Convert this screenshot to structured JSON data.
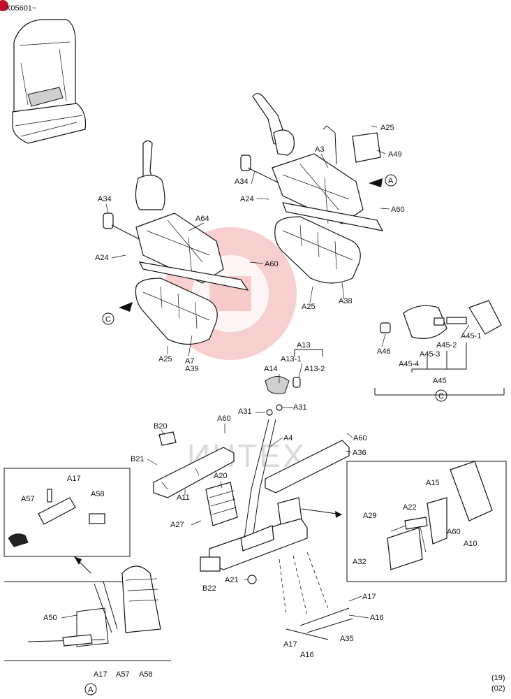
{
  "header": {
    "serial": "X05601~"
  },
  "footer": {
    "page_num": "(19)",
    "page_rev": "(02)"
  },
  "watermark": {
    "text": "ИНТЕХ"
  },
  "views": {
    "a": "A",
    "c": "C"
  },
  "parts": {
    "A3": "A3",
    "A7": "A7",
    "A10": "A10",
    "A11": "A11",
    "A13": "A13",
    "A13_1": "A13-1",
    "A13_2": "A13-2",
    "A14": "A14",
    "A15": "A15",
    "A16": "A16",
    "A17": "A17",
    "A20": "A20",
    "A21": "A21",
    "A22": "A22",
    "A24": "A24",
    "A25": "A25",
    "A27": "A27",
    "A29": "A29",
    "A31": "A31",
    "A32": "A32",
    "A34": "A34",
    "A35": "A35",
    "A36": "A36",
    "A38": "A38",
    "A39": "A39",
    "A4": "A4",
    "A45": "A45",
    "A45_1": "A45-1",
    "A45_2": "A45-2",
    "A45_3": "A45-3",
    "A45_4": "A45-4",
    "A46": "A46",
    "A49": "A49",
    "A50": "A50",
    "A57": "A57",
    "A58": "A58",
    "A60": "A60",
    "A64": "A64",
    "B20": "B20",
    "B21": "B21",
    "B22": "B22"
  }
}
